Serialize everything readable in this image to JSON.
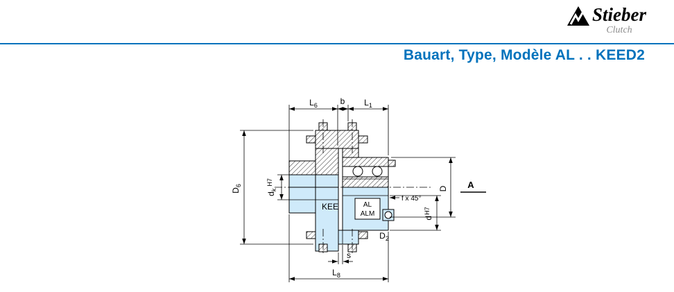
{
  "colors": {
    "accent": "#0072bc",
    "body_fill": "#cfeafa",
    "logo_sub": "#8b8b8b"
  },
  "brand": {
    "name": "Stieber",
    "sub": "Clutch"
  },
  "header": {
    "title": "Bauart, Type, Modèle AL . . KEED2"
  },
  "drawing": {
    "labels": {
      "L6": {
        "base": "L",
        "sub": "6"
      },
      "b": {
        "text": "b"
      },
      "L1": {
        "base": "L",
        "sub": "1"
      },
      "D6": {
        "base": "D",
        "sub": "6"
      },
      "dk": {
        "base": "d",
        "sub": "k",
        "tol": "H7"
      },
      "KEE": {
        "text": "KEE"
      },
      "AL": {
        "text": "AL"
      },
      "ALM": {
        "text": "ALM"
      },
      "f45": {
        "text": "f x 45°"
      },
      "D": {
        "text": "D"
      },
      "dH7": {
        "base": "d",
        "tol": "H7"
      },
      "A": {
        "text": "A"
      },
      "D2": {
        "base": "D",
        "sub": "2"
      },
      "s": {
        "text": "s"
      },
      "L8": {
        "base": "L",
        "sub": "8"
      }
    }
  }
}
